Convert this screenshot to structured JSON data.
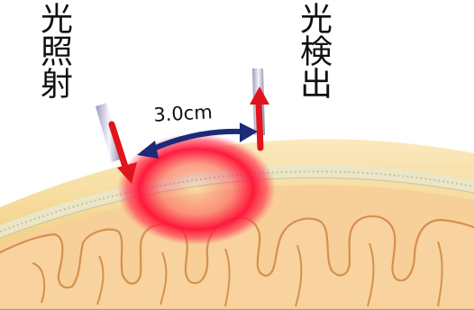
{
  "labels": {
    "emission": "光照射",
    "detection": "光検出",
    "distance": "3.0cm"
  },
  "colors": {
    "arrow_red": "#e0141c",
    "double_arrow_navy": "#1c2a78",
    "scalp": "#f3d48a",
    "skull_band": "#ebe6c8",
    "brain": "#f7cf99",
    "brain_outline": "#d6904c",
    "light_region": "#ff1a3c"
  },
  "icons": [
    "optical-fiber-probe-icon",
    "red-arrow-icon",
    "double-headed-arrow-icon"
  ]
}
